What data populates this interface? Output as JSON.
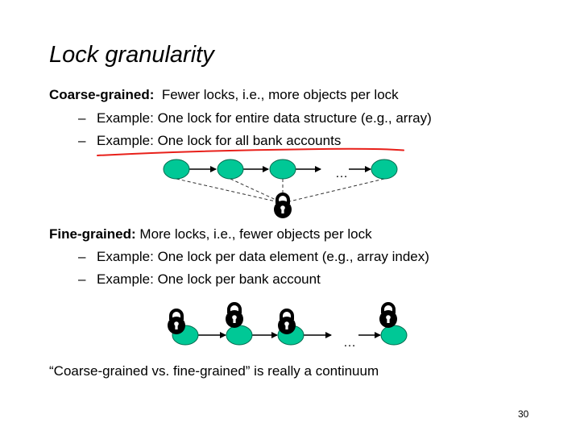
{
  "slide": {
    "title": "Lock granularity",
    "page_number": "30",
    "coarse": {
      "label": "Coarse-grained:",
      "text": "Fewer locks, i.e., more objects per lock",
      "bullets": [
        "Example: One lock for entire data structure (e.g., array)",
        "Example: One lock for all bank accounts"
      ],
      "ellipsis": "…"
    },
    "fine": {
      "label": "Fine-grained:",
      "text": "More locks, i.e., fewer objects per lock",
      "bullets": [
        "Example: One lock per data element (e.g., array index)",
        "Example: One lock per bank account"
      ],
      "ellipsis": "…"
    },
    "conclusion": "“Coarse-grained vs. fine-grained” is really a continuum",
    "colors": {
      "node_fill": "#00c896",
      "node_stroke": "#006a4e",
      "annotation": "#e8201a",
      "lock": "#000000"
    }
  }
}
